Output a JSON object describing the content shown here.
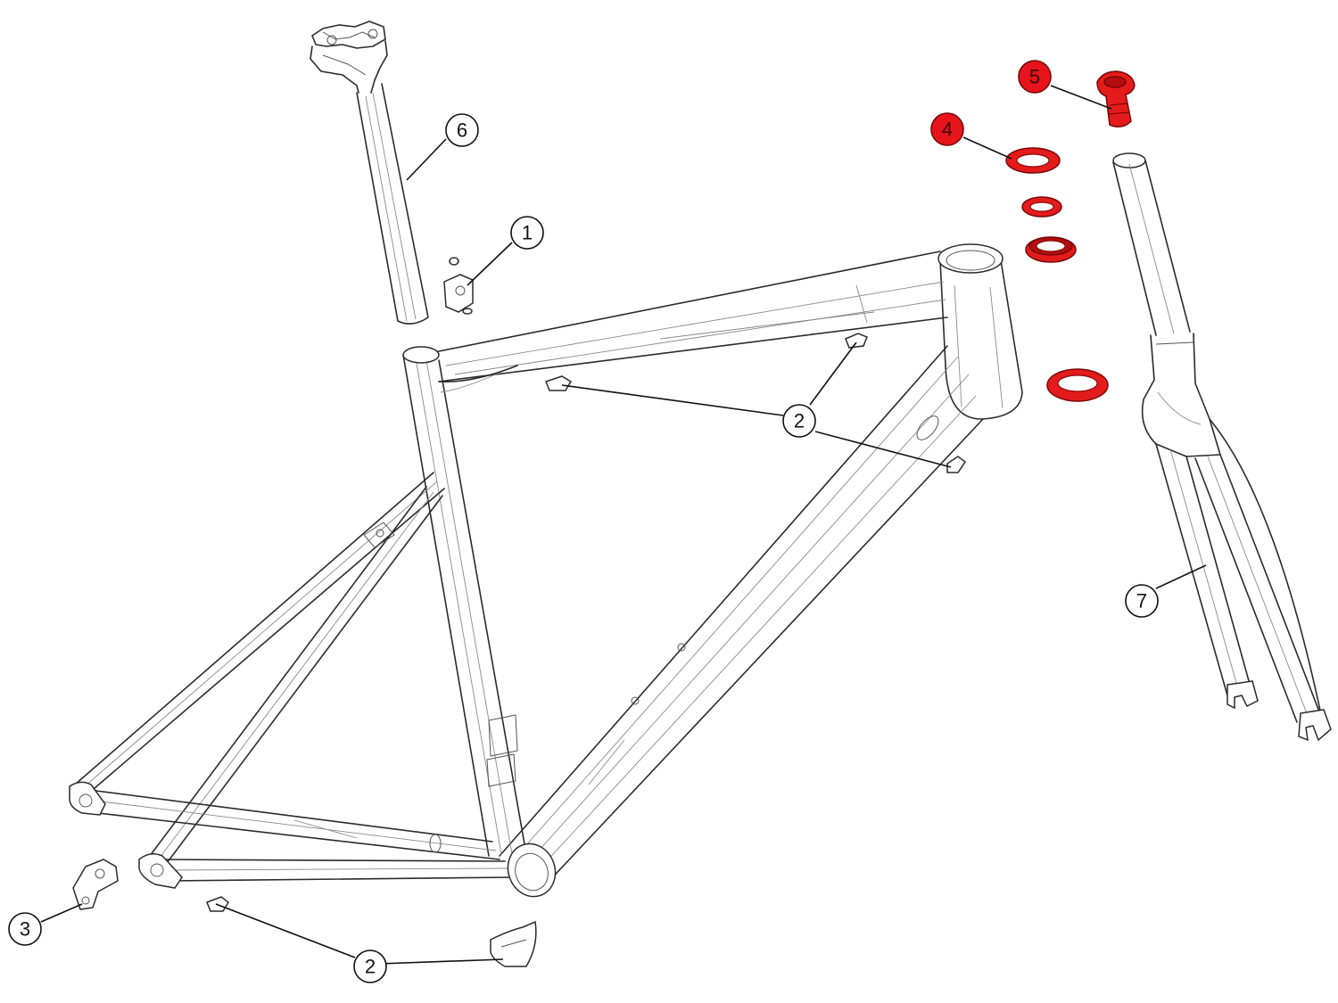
{
  "callouts": [
    {
      "id": "c1",
      "label": "1",
      "highlighted": false
    },
    {
      "id": "c2a",
      "label": "2",
      "highlighted": false
    },
    {
      "id": "c2b",
      "label": "2",
      "highlighted": false
    },
    {
      "id": "c3",
      "label": "3",
      "highlighted": false
    },
    {
      "id": "c4",
      "label": "4",
      "highlighted": true
    },
    {
      "id": "c5",
      "label": "5",
      "highlighted": true
    },
    {
      "id": "c6",
      "label": "6",
      "highlighted": false
    },
    {
      "id": "c7",
      "label": "7",
      "highlighted": false
    }
  ],
  "colors": {
    "highlight": "#e31b1b",
    "line": "#2b2b2b",
    "background": "#ffffff"
  }
}
